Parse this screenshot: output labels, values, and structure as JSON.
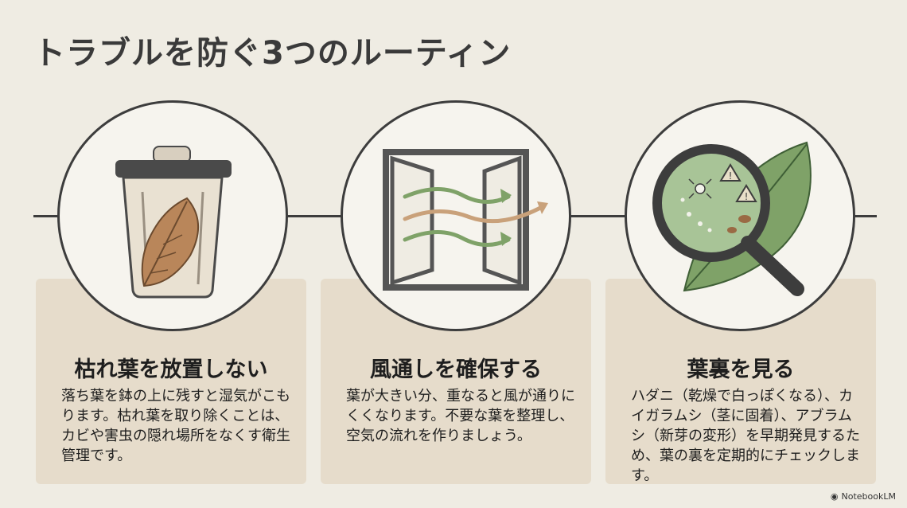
{
  "title": "トラブルを防ぐ3つのルーティン",
  "cards": [
    {
      "title": "枯れ葉を放置しない",
      "text": "落ち葉を鉢の上に残すと湿気がこもります。枯れ葉を取り除くことは、カビや害虫の隠れ場所をなくす衛生管理です。",
      "icon": "trash-can-with-leaf-icon"
    },
    {
      "title": "風通しを確保する",
      "text": "葉が大きい分、重なると風が通りにくくなります。不要な葉を整理し、空気の流れを作りましょう。",
      "icon": "open-window-airflow-icon"
    },
    {
      "title": "葉裏を見る",
      "text": "ハダニ（乾燥で白っぽくなる）、カイガラムシ（茎に固着）、アブラムシ（新芽の変形）を早期発見するため、葉の裏を定期的にチェックします。",
      "icon": "magnifier-leaf-pests-icon"
    }
  ],
  "brand": "NotebookLM",
  "colors": {
    "background": "#efece3",
    "card": "#e6dccb",
    "line": "#3d3d3d",
    "green": "#7fa268",
    "tan": "#c9a17a"
  }
}
